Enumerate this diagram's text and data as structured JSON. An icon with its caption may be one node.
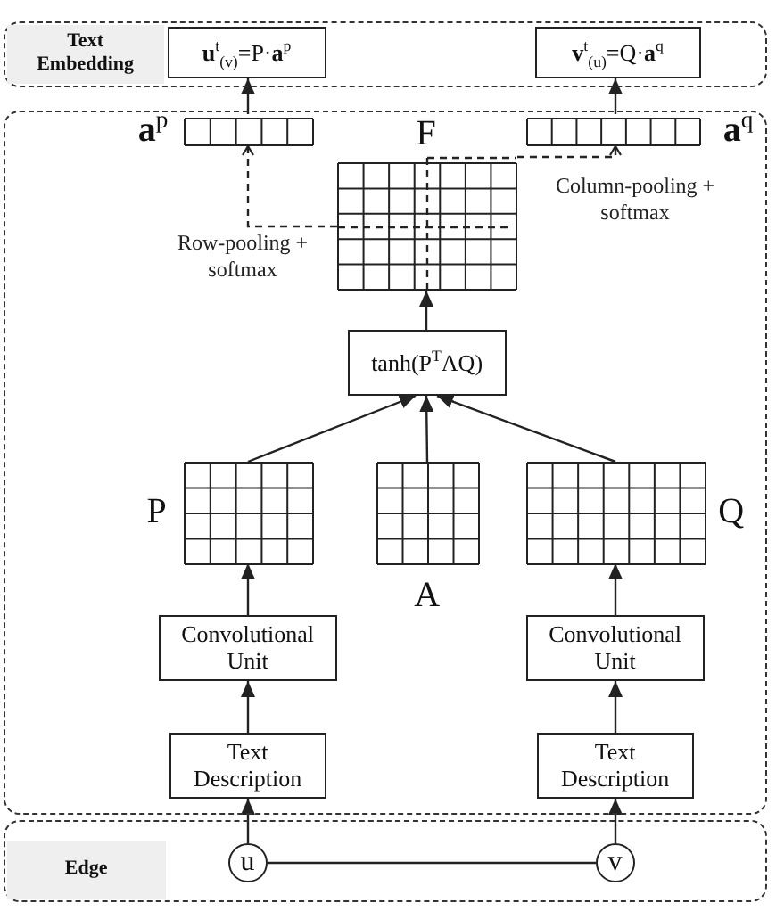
{
  "diagram": {
    "nodes": [
      {
        "text": [
          "Text Embedding"
        ]
      },
      {
        "text": [
          "**u**$^{t}$$_{(v)}$=P·**a**$^{p}$"
        ],
        "in": 0
      },
      {
        "text": [
          "**v**$^{t}$$_{(u)}$=Q·**a**$^{q}$"
        ],
        "in": 0
      },
      {
        "text": [],
        "shape": "box"
      },
      {
        "text": [
          "**a**$^{p}$"
        ],
        "in": 3
      },
      {
        "text": [
          "F"
        ],
        "in": 3
      },
      {
        "text": [
          "**a**$^{q}$"
        ],
        "in": 3
      },
      {
        "text": [
          "tanh(P$^{T}$AQ)"
        ],
        "in": 3
      },
      {
        "text": [
          "P"
        ],
        "in": 3
      },
      {
        "text": [
          "A"
        ],
        "in": 3
      },
      {
        "text": [
          "Q"
        ],
        "in": 3
      },
      {
        "text": [
          "Convolutional Unit"
        ],
        "in": 3
      },
      {
        "text": [
          "Convolutional Unit"
        ],
        "in": 3
      },
      {
        "text": [
          "Text Description"
        ],
        "in": 3
      },
      {
        "text": [
          "Text Description"
        ],
        "in": 3
      },
      {
        "text": [
          "Edge"
        ]
      },
      {
        "text": [
          "u"
        ],
        "in": 15
      },
      {
        "text": [
          "v"
        ],
        "in": 15
      }
    ],
    "edges": [
      {
        "from": 4,
        "to": 1,
        "arrow": "to"
      },
      {
        "from": 6,
        "to": 2,
        "arrow": "to"
      },
      {
        "from": 5,
        "to": 4,
        "arrow": "to",
        "label": "Row-pooling + softmax",
        "style": "dashed"
      },
      {
        "from": 5,
        "to": 6,
        "arrow": "to",
        "label": "Column-pooling + softmax",
        "style": "dashed"
      },
      {
        "from": 7,
        "to": 5,
        "arrow": "to"
      },
      {
        "from": 8,
        "to": 7,
        "arrow": "to"
      },
      {
        "from": 9,
        "to": 7,
        "arrow": "to"
      },
      {
        "from": 10,
        "to": 7,
        "arrow": "to"
      },
      {
        "from": 11,
        "to": 8,
        "arrow": "to"
      },
      {
        "from": 12,
        "to": 10,
        "arrow": "to"
      },
      {
        "from": 13,
        "to": 11,
        "arrow": "to"
      },
      {
        "from": 14,
        "to": 12,
        "arrow": "to"
      },
      {
        "from": 16,
        "to": 13,
        "arrow": "to"
      },
      {
        "from": 17,
        "to": 14,
        "arrow": "to"
      },
      {
        "from": 16,
        "to": 17,
        "arrow": "none"
      }
    ]
  }
}
